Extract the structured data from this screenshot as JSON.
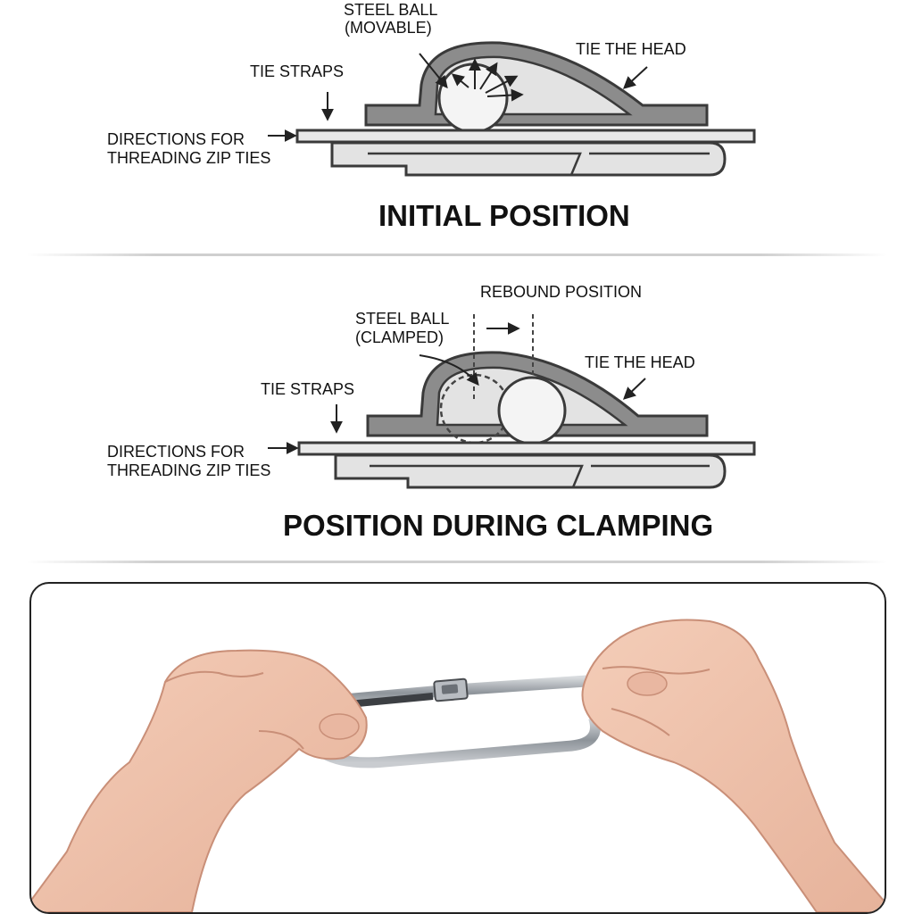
{
  "colors": {
    "outline": "#3a3a3a",
    "head_fill": "#8c8c8c",
    "strap_fill": "#e3e3e3",
    "ball_fill": "#f4f4f4",
    "skin": "#f0c4ad",
    "skin_shadow": "#d99f86",
    "steel": "#9aa0a6"
  },
  "initial": {
    "labels": {
      "steel_ball_1": "STEEL BALL",
      "steel_ball_2": "(MOVABLE)",
      "tie_head": "TIE THE HEAD",
      "tie_straps": "TIE STRAPS",
      "directions_1": "DIRECTIONS FOR",
      "directions_2": "THREADING ZIP TIES"
    },
    "title": "INITIAL POSITION"
  },
  "clamping": {
    "labels": {
      "rebound": "REBOUND POSITION",
      "steel_ball_1": "STEEL BALL",
      "steel_ball_2": "(CLAMPED)",
      "tie_head": "TIE THE HEAD",
      "tie_straps": "TIE STRAPS",
      "directions_1": "DIRECTIONS FOR",
      "directions_2": "THREADING ZIP TIES"
    },
    "title": "POSITION DURING CLAMPING"
  },
  "icons": {
    "arrow": "arrow-icon",
    "hand": "hand-icon"
  }
}
